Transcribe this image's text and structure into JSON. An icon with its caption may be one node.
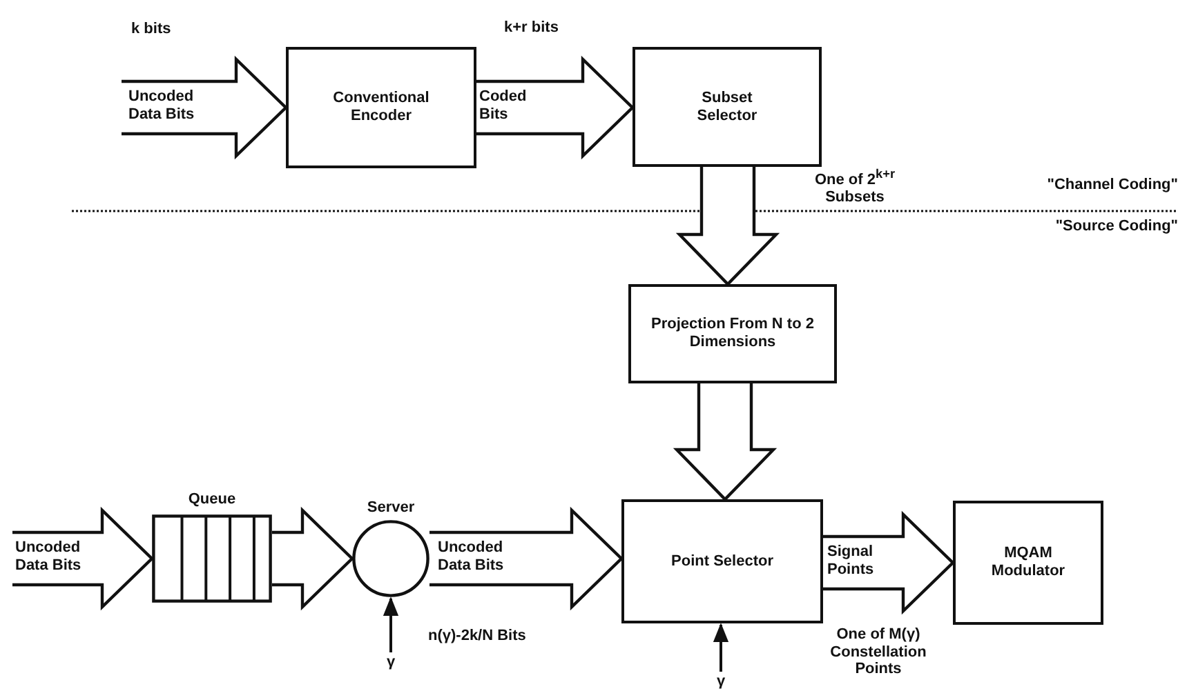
{
  "diagram": {
    "nodes": [
      {
        "text": [
          "Conventional Encoder"
        ]
      },
      {
        "text": [
          "Subset Selector"
        ]
      },
      {
        "text": [
          "Projection From N to 2 Dimensions"
        ]
      },
      {
        "text": [
          "Queue"
        ]
      },
      {
        "text": [
          "Server"
        ]
      },
      {
        "text": [
          "Point Selector"
        ]
      },
      {
        "text": [
          "MQAM Modulator"
        ]
      },
      {
        "text": [
          "γ"
        ]
      },
      {
        "text": [
          "γ"
        ]
      }
    ],
    "edges": [
      {
        "from": null,
        "to": 0,
        "arrow": "to",
        "label": "Uncoded Data Bits",
        "style": "thick"
      },
      {
        "from": 0,
        "to": 1,
        "arrow": "to",
        "label": "Coded Bits",
        "style": "thick"
      },
      {
        "from": 1,
        "to": 2,
        "arrow": "to",
        "style": "thick"
      },
      {
        "from": 2,
        "to": 5,
        "arrow": "to",
        "style": "thick"
      },
      {
        "from": null,
        "to": 3,
        "arrow": "to",
        "label": "Uncoded Data Bits",
        "style": "thick"
      },
      {
        "from": 3,
        "to": 4,
        "arrow": "to",
        "style": "thick"
      },
      {
        "from": 4,
        "to": 5,
        "arrow": "to",
        "label": "Uncoded Data Bits",
        "style": "thick"
      },
      {
        "from": 5,
        "to": 6,
        "arrow": "to",
        "label": "Signal Points",
        "style": "thick"
      },
      {
        "from": 7,
        "to": 4,
        "arrow": "to"
      },
      {
        "from": 8,
        "to": 5,
        "arrow": "to"
      }
    ],
    "labels": [
      "k bits",
      "k+r bits",
      "One of 2$^{k+r}$ Subsets",
      "\"Channel Coding\"",
      "\"Source Coding\"",
      "n(γ)-2k/N Bits",
      "One of M(γ) Constellation Points"
    ]
  }
}
